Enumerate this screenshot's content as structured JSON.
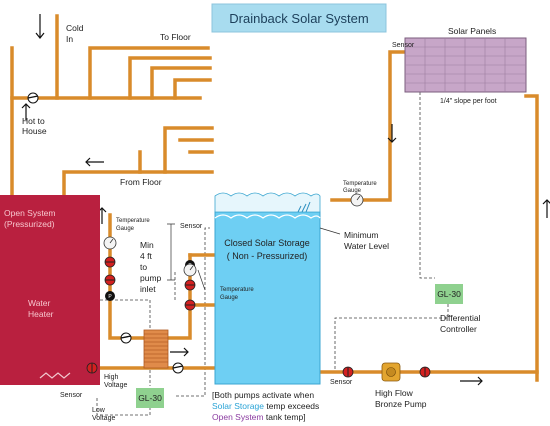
{
  "title": "Drainback Solar System",
  "colors": {
    "pipe": "#d98b2b",
    "title_bg": "#a8dcef",
    "storage_tank": "#6ecff3",
    "open_tank": "#b9203f",
    "controller": "#8fd18f",
    "panel": "#c7a6c8",
    "valve": "#d42020",
    "accent_blue": "#29a3d6",
    "accent_purple": "#8a3aa0"
  },
  "labels": {
    "cold_in": "Cold In",
    "to_floor": "To Floor",
    "hot_to_house": "Hot to House",
    "from_floor": "From Floor",
    "sensor_top": "Sensor",
    "sensor_mid": "Sensor",
    "sensor_left": "Sensor",
    "sensor_bottom": "Sensor",
    "solar_panels": "Solar Panels",
    "slope": "1/4\" slope per foot",
    "temp_gauge_1": "Temperature Gauge",
    "temp_gauge_2": "Temperature Gauge",
    "temp_gauge_3": "Temperature Gauge",
    "min_4ft": "Min 4 ft to pump inlet",
    "closed_storage": "Closed Solar Storage",
    "non_pressurized": "( Non - Pressurized)",
    "min_water_level": "Minimum Water Level",
    "open_system": "Open System (Pressurized)",
    "water_heater": "Water Heater",
    "gl30_right": "GL-30",
    "gl30_bottom": "GL-30",
    "differential_controller": "Differential Controller",
    "high_flow_pump": "High Flow Bronze Pump",
    "high_voltage": "High Voltage",
    "low_voltage": "Low Voltage",
    "note_line1": "[Both pumps activate when",
    "note_line2": "Solar Storage",
    "note_line2b": "temp exceeds",
    "note_line3": "Open System",
    "note_line3b": "tank temp]"
  }
}
